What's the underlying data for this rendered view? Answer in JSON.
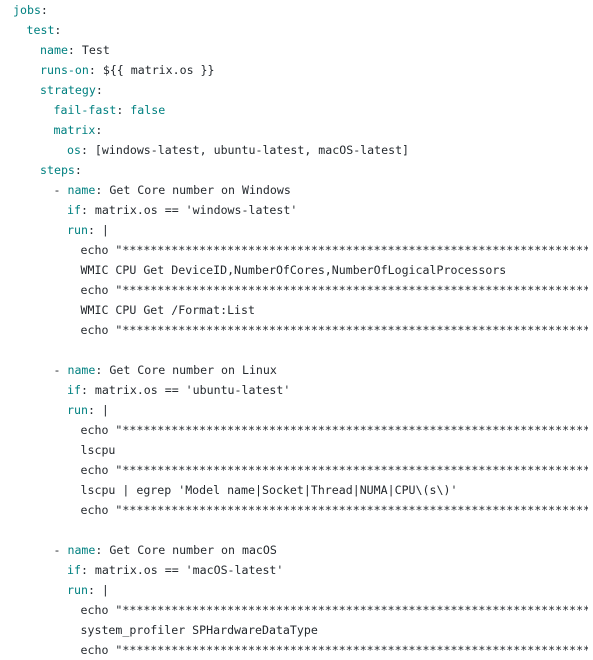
{
  "lines": [
    {
      "indent": 0,
      "dash": "",
      "key": "jobs",
      "colon": ":",
      "value": "",
      "value_type": "plain"
    },
    {
      "indent": 1,
      "dash": "",
      "key": "test",
      "colon": ":",
      "value": "",
      "value_type": "plain"
    },
    {
      "indent": 2,
      "dash": "",
      "key": "name",
      "colon": ":",
      "value": " Test",
      "value_type": "plain"
    },
    {
      "indent": 2,
      "dash": "",
      "key": "runs-on",
      "colon": ":",
      "value": " ${{ matrix.os }}",
      "value_type": "plain"
    },
    {
      "indent": 2,
      "dash": "",
      "key": "strategy",
      "colon": ":",
      "value": "",
      "value_type": "plain"
    },
    {
      "indent": 3,
      "dash": "",
      "key": "fail-fast",
      "colon": ":",
      "value": " false",
      "value_type": "bool"
    },
    {
      "indent": 3,
      "dash": "",
      "key": "matrix",
      "colon": ":",
      "value": "",
      "value_type": "plain"
    },
    {
      "indent": 4,
      "dash": "",
      "key": "os",
      "colon": ":",
      "value": " [windows-latest, ubuntu-latest, macOS-latest]",
      "value_type": "plain"
    },
    {
      "indent": 2,
      "dash": "",
      "key": "steps",
      "colon": ":",
      "value": "",
      "value_type": "plain"
    },
    {
      "indent": 3,
      "dash": "- ",
      "key": "name",
      "colon": ":",
      "value": " Get Core number on Windows",
      "value_type": "plain"
    },
    {
      "indent": 4,
      "dash": "",
      "key": "if",
      "colon": ":",
      "value": " matrix.os == 'windows-latest'",
      "value_type": "plain"
    },
    {
      "indent": 4,
      "dash": "",
      "key": "run",
      "colon": ":",
      "value": " |",
      "value_type": "plain"
    },
    {
      "indent": 5,
      "dash": "",
      "key": "",
      "colon": "",
      "value": "echo \"*********************************************************************\"",
      "value_type": "plain"
    },
    {
      "indent": 5,
      "dash": "",
      "key": "",
      "colon": "",
      "value": "WMIC CPU Get DeviceID,NumberOfCores,NumberOfLogicalProcessors",
      "value_type": "plain"
    },
    {
      "indent": 5,
      "dash": "",
      "key": "",
      "colon": "",
      "value": "echo \"*********************************************************************\"",
      "value_type": "plain"
    },
    {
      "indent": 5,
      "dash": "",
      "key": "",
      "colon": "",
      "value": "WMIC CPU Get /Format:List",
      "value_type": "plain"
    },
    {
      "indent": 5,
      "dash": "",
      "key": "",
      "colon": "",
      "value": "echo \"*********************************************************************\"",
      "value_type": "plain"
    },
    {
      "indent": 0,
      "dash": "",
      "key": "",
      "colon": "",
      "value": "",
      "value_type": "plain"
    },
    {
      "indent": 3,
      "dash": "- ",
      "key": "name",
      "colon": ":",
      "value": " Get Core number on Linux",
      "value_type": "plain"
    },
    {
      "indent": 4,
      "dash": "",
      "key": "if",
      "colon": ":",
      "value": " matrix.os == 'ubuntu-latest'",
      "value_type": "plain"
    },
    {
      "indent": 4,
      "dash": "",
      "key": "run",
      "colon": ":",
      "value": " |",
      "value_type": "plain"
    },
    {
      "indent": 5,
      "dash": "",
      "key": "",
      "colon": "",
      "value": "echo \"*********************************************************************\"",
      "value_type": "plain"
    },
    {
      "indent": 5,
      "dash": "",
      "key": "",
      "colon": "",
      "value": "lscpu",
      "value_type": "plain"
    },
    {
      "indent": 5,
      "dash": "",
      "key": "",
      "colon": "",
      "value": "echo \"*********************************************************************\"",
      "value_type": "plain"
    },
    {
      "indent": 5,
      "dash": "",
      "key": "",
      "colon": "",
      "value": "lscpu | egrep 'Model name|Socket|Thread|NUMA|CPU\\(s\\)'",
      "value_type": "plain"
    },
    {
      "indent": 5,
      "dash": "",
      "key": "",
      "colon": "",
      "value": "echo \"*********************************************************************\"",
      "value_type": "plain"
    },
    {
      "indent": 0,
      "dash": "",
      "key": "",
      "colon": "",
      "value": "",
      "value_type": "plain"
    },
    {
      "indent": 3,
      "dash": "- ",
      "key": "name",
      "colon": ":",
      "value": " Get Core number on macOS",
      "value_type": "plain"
    },
    {
      "indent": 4,
      "dash": "",
      "key": "if",
      "colon": ":",
      "value": " matrix.os == 'macOS-latest'",
      "value_type": "plain"
    },
    {
      "indent": 4,
      "dash": "",
      "key": "run",
      "colon": ":",
      "value": " |",
      "value_type": "plain"
    },
    {
      "indent": 5,
      "dash": "",
      "key": "",
      "colon": "",
      "value": "echo \"*********************************************************************\"",
      "value_type": "plain"
    },
    {
      "indent": 5,
      "dash": "",
      "key": "",
      "colon": "",
      "value": "system_profiler SPHardwareDataType",
      "value_type": "plain"
    },
    {
      "indent": 5,
      "dash": "",
      "key": "",
      "colon": "",
      "value": "echo \"*********************************************************************\"",
      "value_type": "plain"
    }
  ],
  "colors": {
    "key": "#008080",
    "text": "#24292e",
    "background": "#ffffff"
  }
}
